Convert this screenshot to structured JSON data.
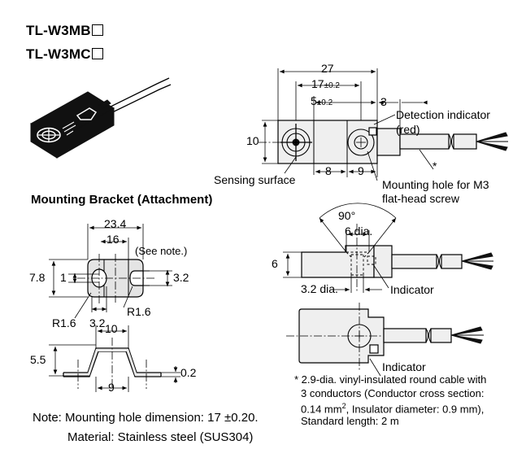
{
  "document": {
    "model_titles": [
      "TL-W3MB",
      "TL-W3MC"
    ],
    "section_title": "Mounting Bracket (Attachment)"
  },
  "main_view": {
    "dim_27": "27",
    "dim_17": "17",
    "dim_17_tol": "±0.2",
    "dim_5": "5",
    "dim_5_tol": "±0.2",
    "dim_3": "3",
    "dim_10": "10",
    "dim_8": "8",
    "dim_9": "9",
    "label_detection_indicator_line1": "Detection indicator",
    "label_detection_indicator_line2": "(red)",
    "label_sensing_surface": "Sensing surface",
    "label_mounting_hole_line1": "Mounting hole for M3",
    "label_mounting_hole_line2": "flat-head screw",
    "asterisk": "*"
  },
  "bracket_top_view": {
    "dim_23_4": "23.4",
    "dim_16": "16",
    "see_note": "(See note.)",
    "dim_7_8": "7.8",
    "dim_1": "1",
    "dim_3_2_right": "3.2",
    "radius_left": "R1.6",
    "radius_right": "R1.6",
    "dim_3_2_bottom": "3.2"
  },
  "bracket_side_view": {
    "dim_10": "10",
    "dim_5_5": "5.5",
    "dim_0_2": "0.2",
    "dim_9": "9"
  },
  "section_view": {
    "angle_90": "90°",
    "dim_6_dia": "6 dia.",
    "dim_6": "6",
    "dim_3_2_dia": "3.2 dia.",
    "label_indicator": "Indicator"
  },
  "bottom_view": {
    "label_indicator": "Indicator"
  },
  "notes": {
    "note_line1": "Note: Mounting hole dimension: 17 ±0.20.",
    "note_line2": "Material: Stainless steel (SUS304)",
    "footnote_line1_prefix": "* 2.9-dia. vinyl-insulated round cable with",
    "footnote_line2": "3 conductors (Conductor cross section:",
    "footnote_line3_a": "0.14 mm",
    "footnote_line3_sup": "2",
    "footnote_line3_b": ", Insulator diameter: 0.9 mm),",
    "footnote_line4": "Standard length: 2 m"
  },
  "colors": {
    "ink": "#000000",
    "body_fill": "#efefef",
    "background": "#ffffff"
  }
}
